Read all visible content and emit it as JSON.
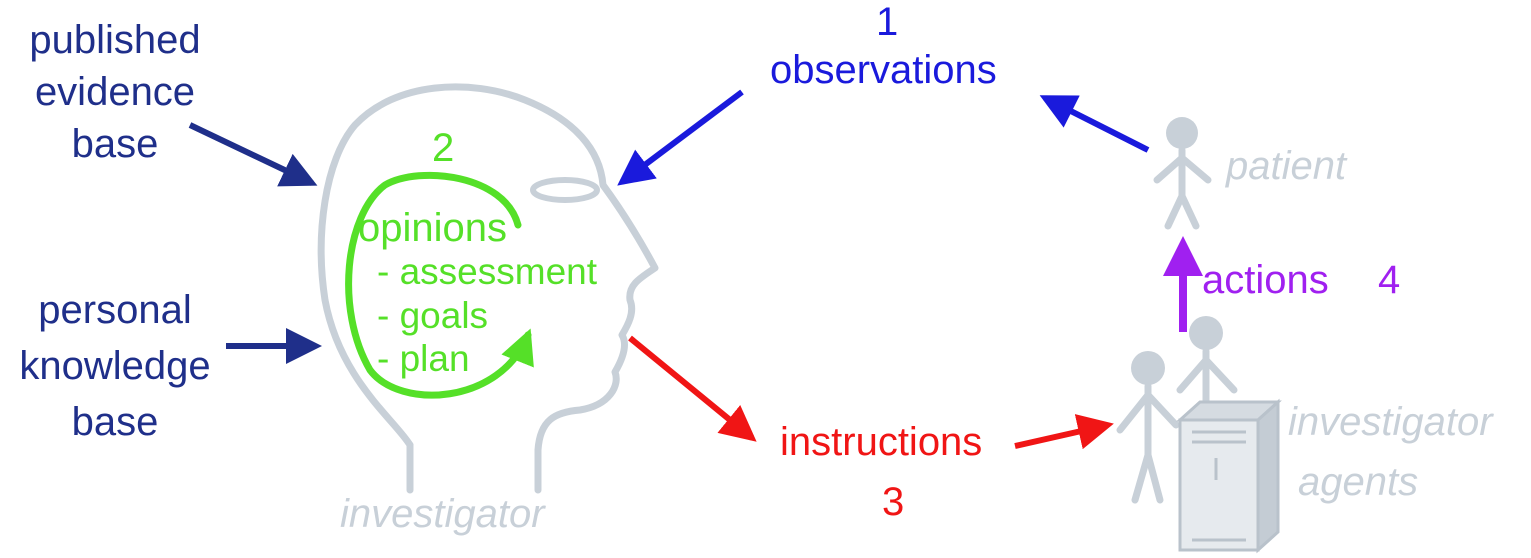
{
  "sources": {
    "published": [
      "published",
      "evidence",
      "base"
    ],
    "personal": [
      "personal",
      "knowledge",
      "base"
    ]
  },
  "head": {
    "step_number": "2",
    "opinions_title": "opinions",
    "opinion_items": [
      "- assessment",
      "- goals",
      "- plan"
    ],
    "caption": "investigator"
  },
  "observations": {
    "number": "1",
    "label": "observations"
  },
  "instructions": {
    "label": "instructions",
    "number": "3"
  },
  "actions": {
    "label": "actions",
    "number": "4"
  },
  "patient": {
    "label": "patient"
  },
  "agents": {
    "label_line1": "investigator",
    "label_line2": "agents"
  },
  "colors": {
    "navy": "#1f2f8a",
    "blue": "#1a1adc",
    "green": "#55e028",
    "red": "#f01515",
    "purple": "#a020f0",
    "figure_grey": "#c8d0d8"
  }
}
